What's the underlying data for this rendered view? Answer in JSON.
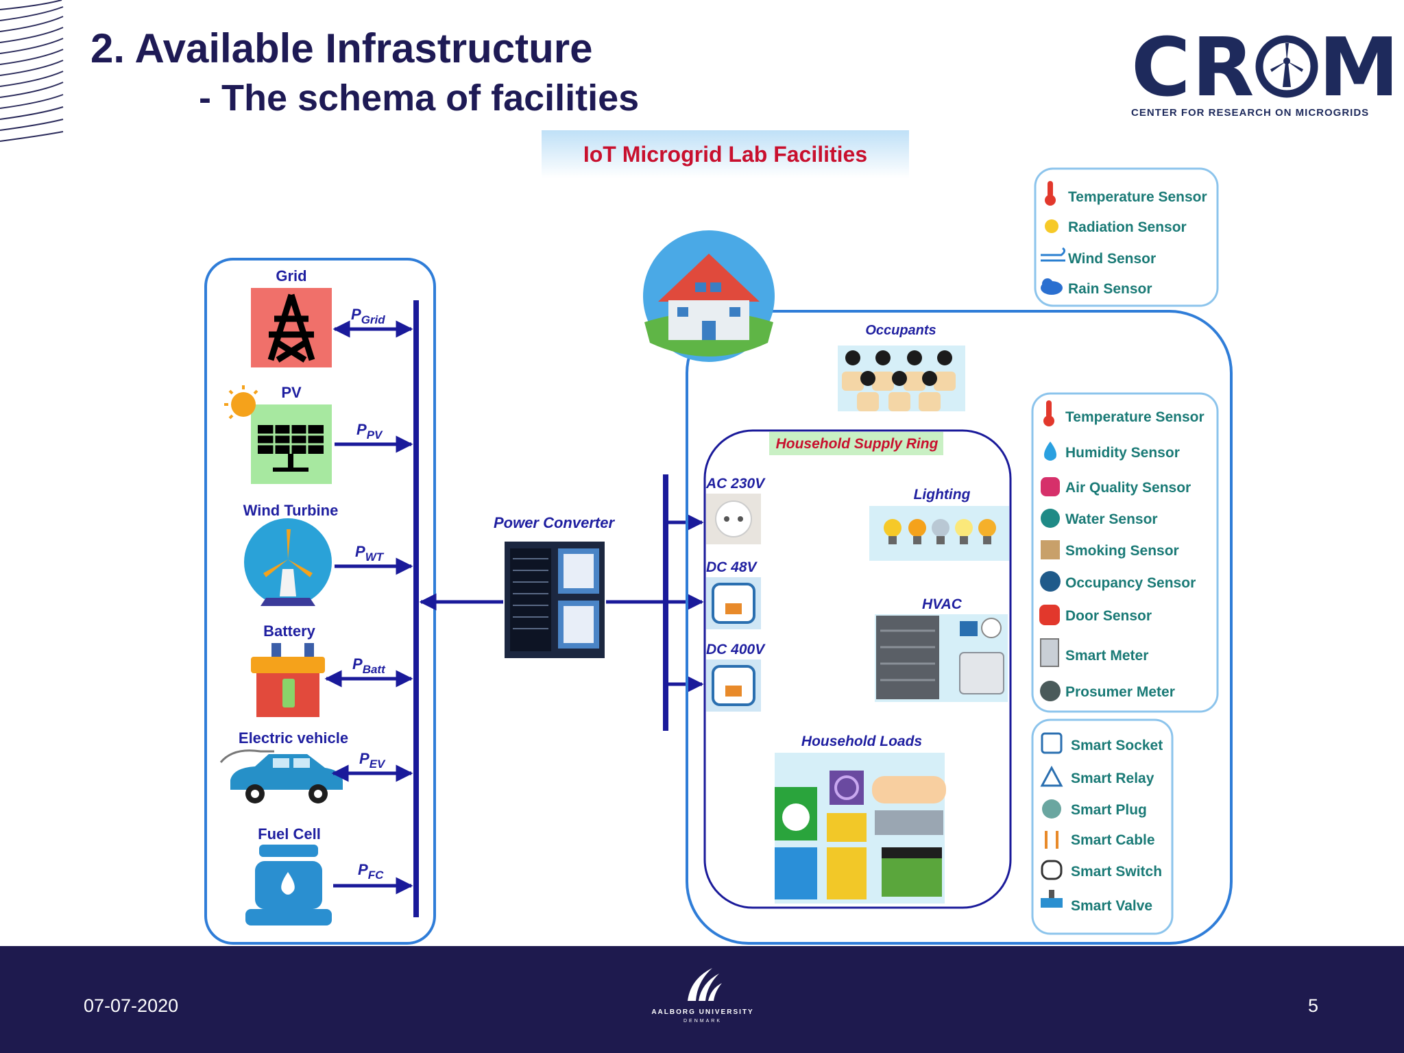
{
  "slide": {
    "title": "2. Available Infrastructure",
    "subtitle": "- The schema of facilities"
  },
  "logo": {
    "word": "CR",
    "word_end": "M",
    "tagline": "CENTER FOR RESEARCH ON MICROGRIDS"
  },
  "banner": {
    "title": "IoT Microgrid Lab Facilities"
  },
  "sources": [
    {
      "label": "Grid",
      "power_base": "P",
      "power_sub": "Grid"
    },
    {
      "label": "PV",
      "power_base": "P",
      "power_sub": "PV"
    },
    {
      "label": "Wind Turbine",
      "power_base": "P",
      "power_sub": "WT"
    },
    {
      "label": "Battery",
      "power_base": "P",
      "power_sub": "Batt"
    },
    {
      "label": "Electric vehicle",
      "power_base": "P",
      "power_sub": "EV"
    },
    {
      "label": "Fuel Cell",
      "power_base": "P",
      "power_sub": "FC"
    }
  ],
  "power_converter": {
    "label": "Power Converter"
  },
  "house": {
    "occupants": "Occupants",
    "supply_ring": "Household Supply Ring",
    "outlets": [
      "AC 230V",
      "DC 48V",
      "DC 400V"
    ],
    "lighting": "Lighting",
    "hvac": "HVAC",
    "household_loads": "Household Loads"
  },
  "outdoor_sensors": [
    "Temperature Sensor",
    "Radiation Sensor",
    "Wind Sensor",
    "Rain Sensor"
  ],
  "indoor_sensors": [
    "Temperature Sensor",
    "Humidity Sensor",
    "Air Quality Sensor",
    "Water Sensor",
    "Smoking Sensor",
    "Occupancy Sensor",
    "Door Sensor",
    "Smart Meter",
    "Prosumer Meter"
  ],
  "actuators": [
    "Smart Socket",
    "Smart Relay",
    "Smart Plug",
    "Smart Cable",
    "Smart Switch",
    "Smart Valve"
  ],
  "footer": {
    "date": "07-07-2020",
    "page": "5",
    "university": "AALBORG UNIVERSITY",
    "city": "DENMARK"
  },
  "colors": {
    "navy": "#1e1a55",
    "diagram_blue": "#1f1fa0",
    "sensor_text": "#1a7a76",
    "banner_red": "#c8102e",
    "footer_bg": "#1e1a4e"
  }
}
